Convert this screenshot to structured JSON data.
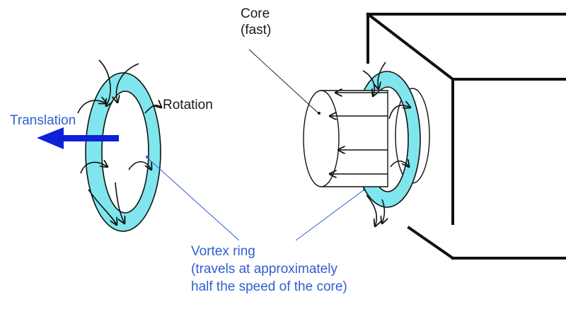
{
  "labels": {
    "core": [
      "Core",
      "(fast)"
    ],
    "rotation": "Rotation",
    "translation": "Translation",
    "vortex_ring": [
      "Vortex ring",
      "(travels at approximately",
      "half the speed of the core)"
    ]
  },
  "colors": {
    "ring_fill": "#7fe6ee",
    "label_blue": "#2f5fd0",
    "arrow_blue": "#1020d8",
    "line_dark": "#111111"
  }
}
